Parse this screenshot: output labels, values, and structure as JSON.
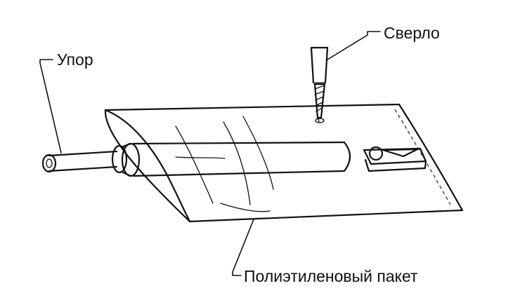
{
  "labels": {
    "stop": "Упор",
    "drill": "Сверло",
    "bag": "Полиэтиленовый пакет"
  },
  "colors": {
    "line": "#111111",
    "background": "#ffffff"
  }
}
